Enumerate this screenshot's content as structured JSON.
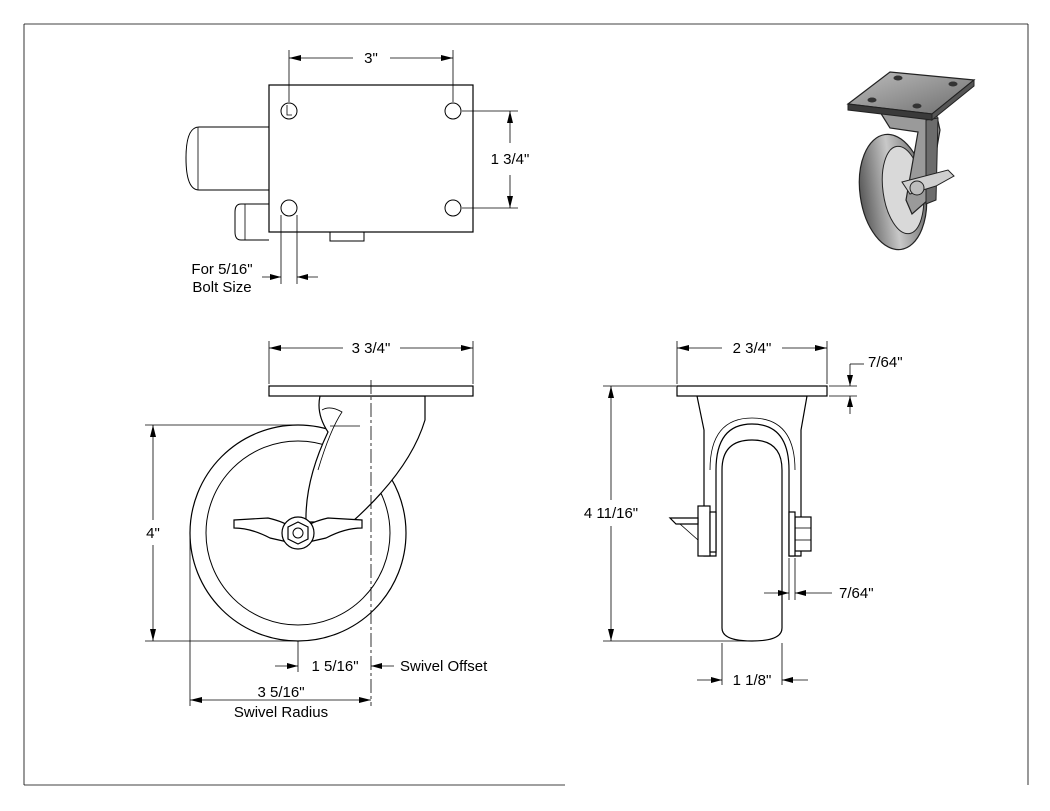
{
  "dimensions": {
    "top_hole_spacing": "3\"",
    "top_hole_spacing_v": "1 3/4\"",
    "bolt_label_line1": "For 5/16\"",
    "bolt_label_line2": "Bolt Size",
    "plate_width": "3 3/4\"",
    "overall_height_side": "4\"",
    "swivel_offset_value": "1 5/16\"",
    "swivel_offset_label": "Swivel Offset",
    "swivel_radius_value": "3 5/16\"",
    "swivel_radius_label": "Swivel Radius",
    "plate_width_front": "2 3/4\"",
    "plate_thickness": "7/64\"",
    "overall_height_front": "4 11/16\"",
    "fork_thickness": "7/64\"",
    "wheel_width": "1 1/8\""
  },
  "colors": {
    "line": "#000000",
    "background": "#ffffff",
    "iso_shade": "#8a8a8a"
  }
}
